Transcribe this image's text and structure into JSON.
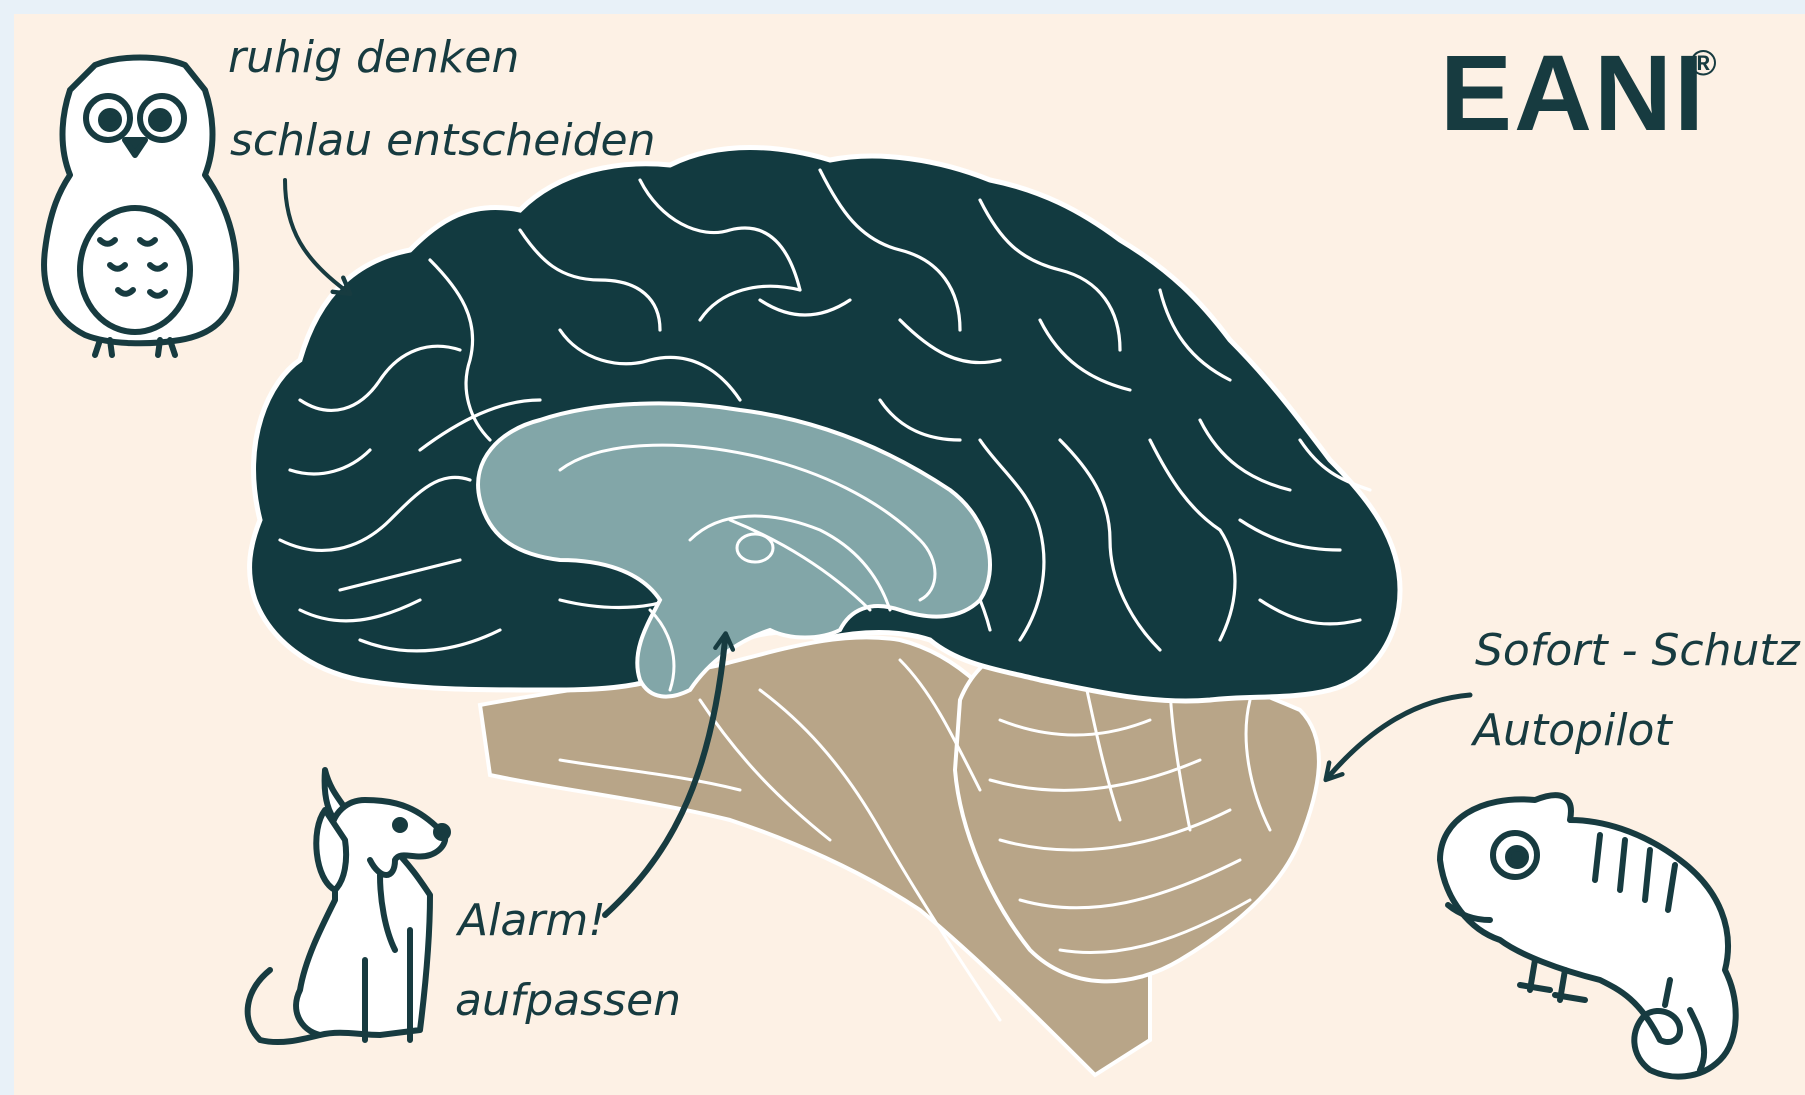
{
  "logo": {
    "text": "EANI",
    "mark": "®"
  },
  "labels": {
    "owl": [
      "ruhig denken",
      "schlau entscheiden"
    ],
    "dog": [
      "Alarm!",
      "aufpassen"
    ],
    "chameleon": [
      "Sofort - Schutz",
      "Autopilot"
    ]
  },
  "colors": {
    "background": "#fdf1e5",
    "cortex": "#123a40",
    "limbic": "#82a6a8",
    "brainstem": "#b8a588",
    "outline": "#ffffff",
    "ink": "#173b40"
  },
  "icons": [
    "owl-icon",
    "dog-icon",
    "chameleon-icon",
    "arrow-icon"
  ]
}
